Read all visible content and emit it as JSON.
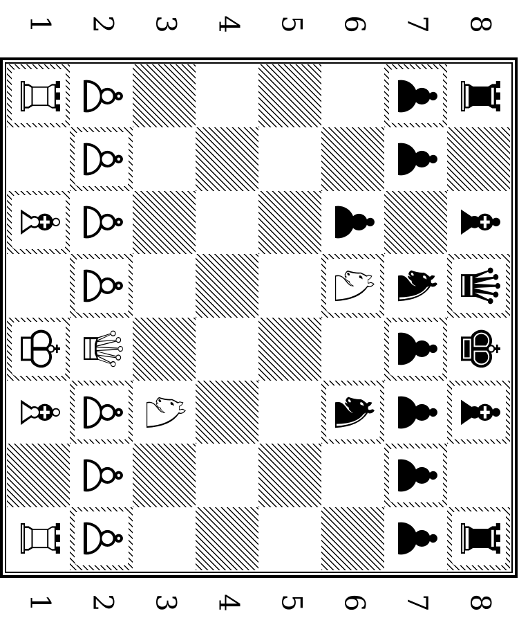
{
  "board": {
    "rank_labels": [
      "1",
      "2",
      "3",
      "4",
      "5",
      "6",
      "7",
      "8"
    ],
    "rows": [
      [
        "♖",
        "♙",
        "",
        "",
        "",
        "",
        "♟",
        "♜"
      ],
      [
        "",
        "♙",
        "",
        "",
        "",
        "",
        "♟",
        ""
      ],
      [
        "♗",
        "♙",
        "",
        "",
        "",
        "♟",
        "",
        "♝"
      ],
      [
        "",
        "♙",
        "",
        "",
        "",
        "♘",
        "♞",
        "♛"
      ],
      [
        "♔",
        "♕",
        "",
        "",
        "",
        "",
        "♟",
        "♚"
      ],
      [
        "♗",
        "♙",
        "♘",
        "",
        "",
        "♞",
        "♟",
        "♝"
      ],
      [
        "",
        "♙",
        "",
        "",
        "",
        "",
        "♟",
        ""
      ],
      [
        "♖",
        "♙",
        "",
        "",
        "",
        "",
        "♟",
        "♜"
      ]
    ],
    "dark_squares": [
      [
        1,
        0,
        1,
        0,
        1,
        0,
        1,
        0
      ],
      [
        0,
        1,
        0,
        1,
        0,
        1,
        0,
        1
      ],
      [
        1,
        0,
        1,
        0,
        1,
        0,
        1,
        0
      ],
      [
        0,
        1,
        0,
        1,
        0,
        1,
        0,
        1
      ],
      [
        1,
        0,
        1,
        0,
        1,
        0,
        1,
        0
      ],
      [
        0,
        1,
        0,
        1,
        0,
        1,
        0,
        1
      ],
      [
        1,
        0,
        1,
        0,
        1,
        0,
        1,
        0
      ],
      [
        0,
        1,
        0,
        1,
        0,
        1,
        0,
        1
      ]
    ]
  }
}
